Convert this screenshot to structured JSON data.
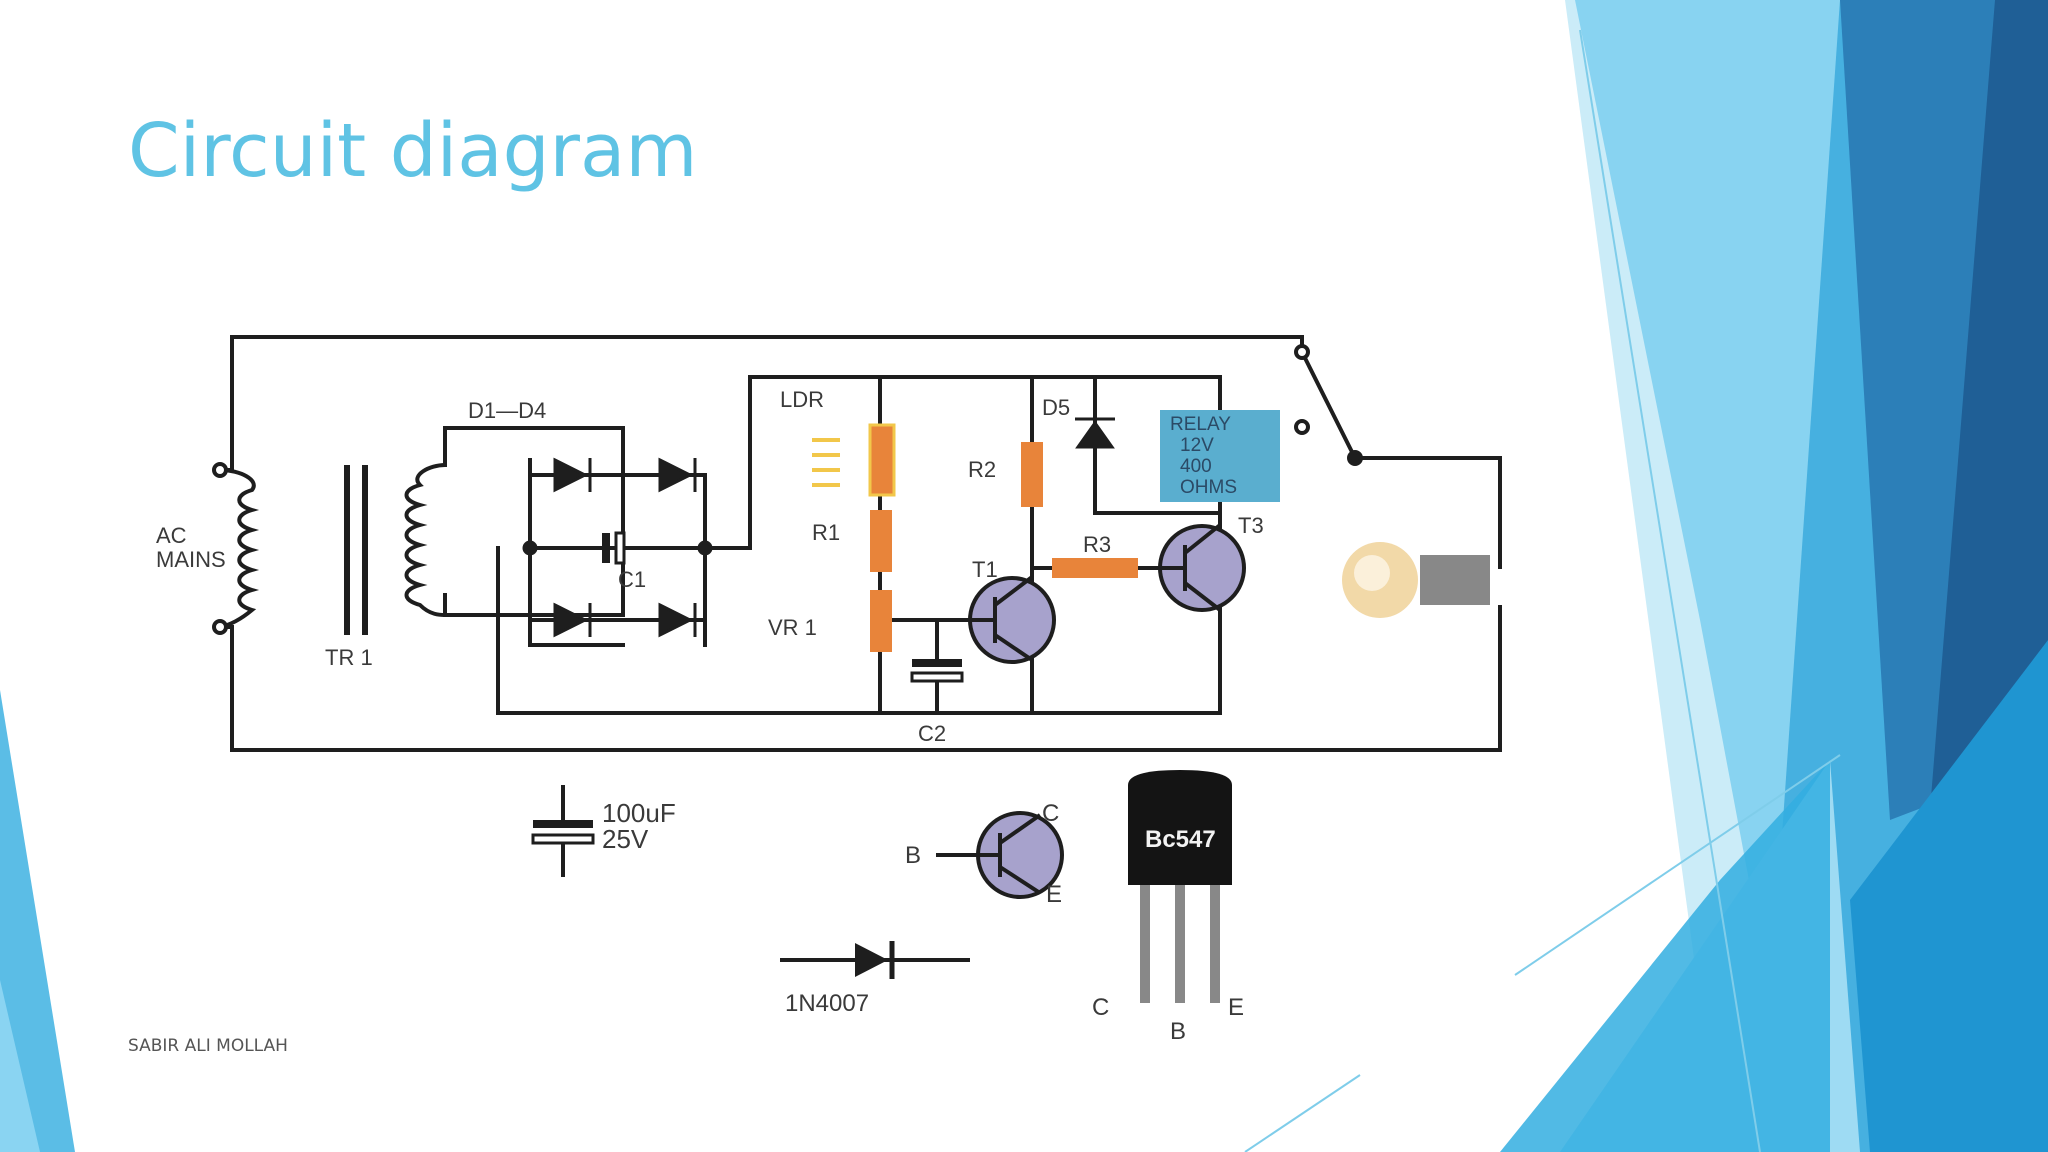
{
  "slide": {
    "title": "Circuit diagram",
    "footer": "SABIR ALI MOLLAH"
  },
  "colors": {
    "title": "#5fc3e4",
    "resistor": "#e8843a",
    "relay": "#5aaecf",
    "transistor": "#a7a2cc",
    "accent_light": "#8fd6f0",
    "accent_mid": "#2fa8dc",
    "accent_dark": "#1f5f96"
  },
  "diagram": {
    "labels": {
      "ac": "AC",
      "mains": "MAINS",
      "tr1": "TR 1",
      "d1d4": "D1—D4",
      "c1": "C1",
      "ldr": "LDR",
      "r1": "R1",
      "vr1": "VR 1",
      "r2": "R2",
      "d5": "D5",
      "r3": "R3",
      "t1": "T1",
      "t3": "T3",
      "c2": "C2",
      "relay_line1": "RELAY",
      "relay_line2": "12V",
      "relay_line3": "400",
      "relay_line4": "OHMS"
    },
    "legend": {
      "capacitor_value": "100uF",
      "capacitor_voltage": "25V",
      "pin_b": "B",
      "pin_c": "C",
      "pin_e": "E",
      "diode": "1N4007",
      "package": "Bc547",
      "pkg_c": "C",
      "pkg_b": "B",
      "pkg_e": "E"
    }
  }
}
